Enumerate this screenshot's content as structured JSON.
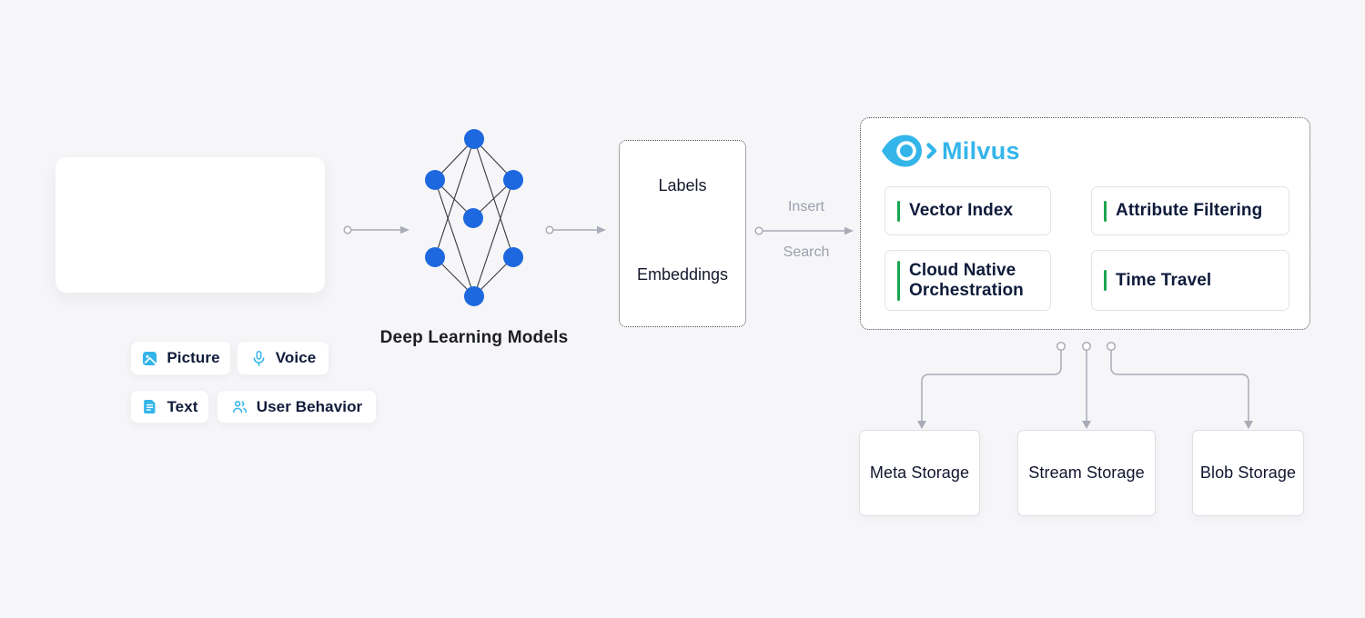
{
  "colors": {
    "bg": "#f6f6f8",
    "accent": "#33b5ea",
    "node": "#1d68df",
    "green": "#1aa64f",
    "dark": "#0e1b3a",
    "gray": "#a6a9b4"
  },
  "input_card": {
    "items": [
      {
        "label": "Picture",
        "icon": "picture-icon"
      },
      {
        "label": "Voice",
        "icon": "microphone-icon"
      },
      {
        "label": "Text",
        "icon": "document-icon"
      },
      {
        "label": "User Behavior",
        "icon": "users-icon"
      }
    ]
  },
  "model": {
    "caption": "Deep Learning Models"
  },
  "output_box": {
    "top": "Labels",
    "bottom": "Embeddings"
  },
  "flow": {
    "insert": "Insert",
    "search": "Search"
  },
  "milvus": {
    "brand": "Milvus",
    "features": [
      {
        "label": "Vector Index"
      },
      {
        "label": "Attribute Filtering"
      },
      {
        "label": "Cloud Native Orchestration"
      },
      {
        "label": "Time Travel"
      }
    ]
  },
  "storage": {
    "boxes": [
      {
        "label": "Meta Storage"
      },
      {
        "label": "Stream Storage"
      },
      {
        "label": "Blob Storage"
      }
    ]
  }
}
